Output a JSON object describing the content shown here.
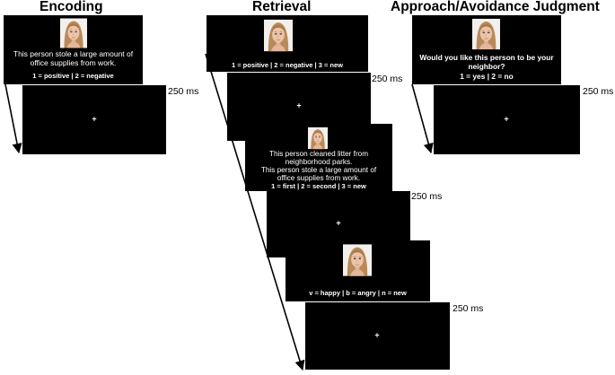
{
  "titles": {
    "encoding": "Encoding",
    "retrieval": "Retrieval",
    "approach": "Approach/Avoidance Judgment"
  },
  "encoding": {
    "statement_line1": "This person stole a large amount of",
    "statement_line2": "office supplies from work.",
    "response": "1 = positive | 2 = negative",
    "duration": "250 ms",
    "fixation": "+"
  },
  "retrieval": {
    "valence_response": "1 = positive | 2 = negative | 3 = new",
    "duration1": "250 ms",
    "fixation1": "+",
    "source_line1": "This person cleaned litter from",
    "source_line2": "neighborhood parks.",
    "source_line3": "This person stole a large amount of",
    "source_line4": "office supplies from work.",
    "source_response": "1 = first | 2 = second | 3 = new",
    "duration2": "250 ms",
    "fixation2": "+",
    "emotion_response": "v = happy | b = angry | n = new",
    "duration3": "250 ms",
    "fixation3": "+"
  },
  "approach": {
    "question_line1": "Would you like this person to be your",
    "question_line2": "neighbor?",
    "response": "1 = yes | 2 = no",
    "duration": "250 ms",
    "fixation": "+"
  },
  "colors": {
    "screen": "#000000",
    "text": "#ffffff",
    "arrow": "#000000"
  }
}
